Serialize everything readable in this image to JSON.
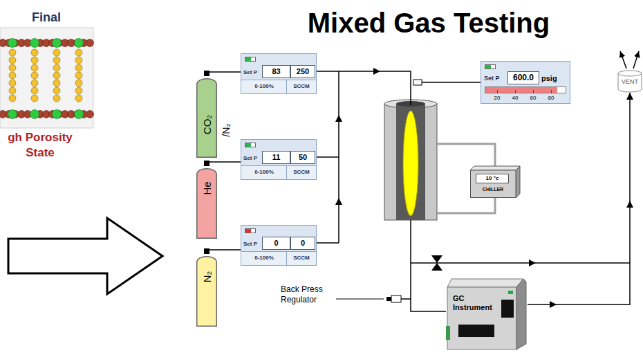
{
  "diagram": {
    "title": "Mixed Gas Testing",
    "nodes": [
      {
        "text": [
          "CO₂",
          "/N₂"
        ]
      },
      {
        "text": [
          "Set P",
          "83",
          "250",
          "0-100%",
          "SCCM"
        ]
      },
      {
        "text": [
          "He"
        ]
      },
      {
        "text": [
          "Set P",
          "11",
          "50",
          "0-100%",
          "SCCM"
        ]
      },
      {
        "text": [
          "N₂"
        ]
      },
      {
        "text": [
          "Set P",
          "0",
          "0",
          "0-100%",
          "SCCM"
        ]
      },
      {
        "text": [
          "Set P",
          "600.0",
          "psig",
          "20",
          "40",
          "60",
          "80"
        ]
      },
      {
        "text": [
          "VENT"
        ]
      },
      {
        "text": [
          "10 °c",
          "CHILLER"
        ]
      },
      {
        "text": [
          "GC Instrument"
        ]
      }
    ],
    "edges": [
      {
        "from": 0,
        "to": 1,
        "arrow": "none"
      },
      {
        "from": 2,
        "to": 3,
        "arrow": "none"
      },
      {
        "from": 4,
        "to": 5,
        "arrow": "none"
      },
      {
        "from": 9,
        "to": 7,
        "arrow": "to"
      }
    ],
    "labels": [
      "Final",
      "gh Porosity State",
      "Back Press Regulator"
    ]
  }
}
